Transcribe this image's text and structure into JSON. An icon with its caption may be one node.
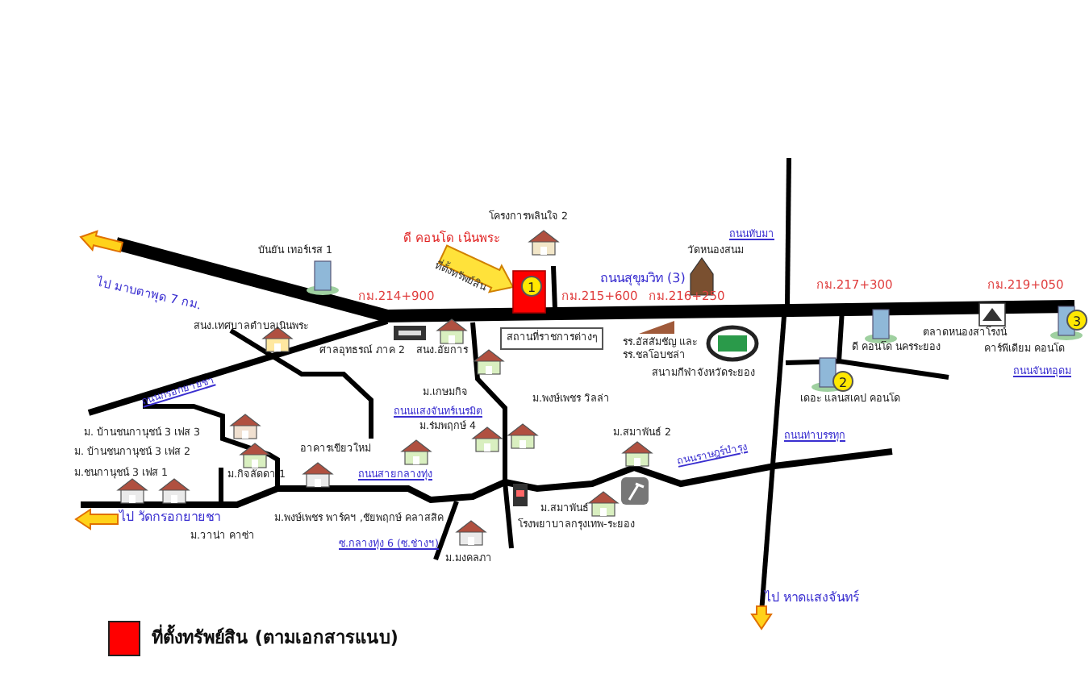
{
  "diagram": {
    "labels": [
      "ไป มาบตาพุด 7 กม.",
      "บันยัน เทอร์เรส 1",
      "ดี คอนโด เนินพระ",
      "โครงการพลินใจ 2",
      "ที่ตั้งทรัพย์สิน",
      "1",
      "กม.214+900",
      "กม.215+600",
      "กม.216+250",
      "ถนนสุขุมวิท (3)",
      "วัดหนองสนม",
      "ถนนทับมา",
      "กม.217+300",
      "กม.219+050",
      "สนง.เทศบาลตำบลเนินพระ",
      "3",
      "ศาลอุทธรณ์ ภาค 2",
      "สนง.อัยการ",
      "สถานที่ราชการต่างๆ",
      "รร.อัสสัมชัญ และ รร.ชลโอบชล่า",
      "สนามกีฬาจังหวัดระยอง",
      "ดี คอนโด นครระยอง",
      "ตลาดหนองสาโรงน์",
      "คาร์พีเดียม คอนโด",
      "ถนนจันทอุดม",
      "2",
      "เดอะ แลนสเคป คอนโด",
      "ถนนกรอกยายชา",
      "ม.เกษมกิจ",
      "ม.พงษ์เพชร วิลล่า",
      "ถนนแสงจันทร์เนรมิต",
      "ม.ร่มพฤกษ์ 4",
      "ม. บ้านชนกานุชน์ 3 เฟส 3",
      "ม. บ้านชนกานุชน์ 3 เฟส 2",
      "ม.ชนกานุชน์ 3 เฟส 1",
      "ม.กิจลัดดา 1",
      "อาคารเขียวใหม่",
      "ถนนสายกลางทุ่ง",
      "ม.สมาพันธ์ 2",
      "ถนนราษฎร์บำรุง",
      "ถนนท่าบรรทุก",
      "ไป วัดกรอกยายชา",
      "ม.วาน่า คาซ่า",
      "ม.พงษ์เพชร พาร์คฯ ,ชัยพฤกษ์ คลาสสิค",
      "ซ.กลางทุ่ง 6 (ซ.ช่างฯ)",
      "ม.มงคลภา",
      "ม.สมาพันธ์",
      "โรงพยาบาลกรุงเทพ-ระยอง",
      "ไป หาดแสงจันทร์"
    ],
    "legend": [
      {
        "text": "ที่ตั้งทรัพย์สิน (ตามเอกสารแนบ)",
        "color": "#ff0000"
      }
    ]
  }
}
